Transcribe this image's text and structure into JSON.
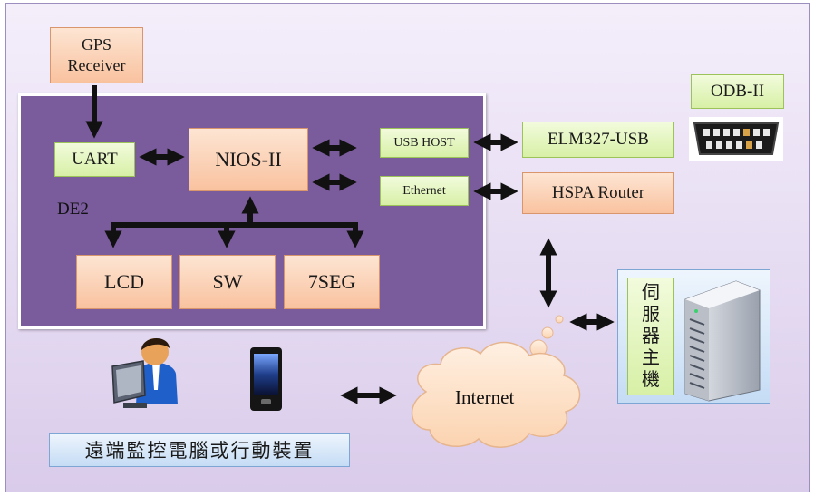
{
  "diagram": {
    "gps_receiver": "GPS Receiver",
    "uart": "UART",
    "nios": "NIOS-II",
    "de2": "DE2",
    "lcd": "LCD",
    "sw": "SW",
    "seg7": "7SEG",
    "usb_host": "USB HOST",
    "ethernet": "Ethernet",
    "elm327": "ELM327-USB",
    "odb": "ODB-II",
    "hspa_router": "HSPA Router",
    "server_host": "伺服器主機",
    "internet": "Internet",
    "remote_devices": "遠端監控電腦或行動裝置"
  },
  "colors": {
    "de2_board": "#7a5c9c",
    "orange_box": "#f9c29f",
    "green_box": "#d7f0a6",
    "blue_box": "#c5dcf5",
    "arrow": "#111111"
  },
  "icons": [
    "obd-connector-icon",
    "server-icon",
    "user-computer-icon",
    "mobile-phone-icon",
    "cloud-icon"
  ]
}
